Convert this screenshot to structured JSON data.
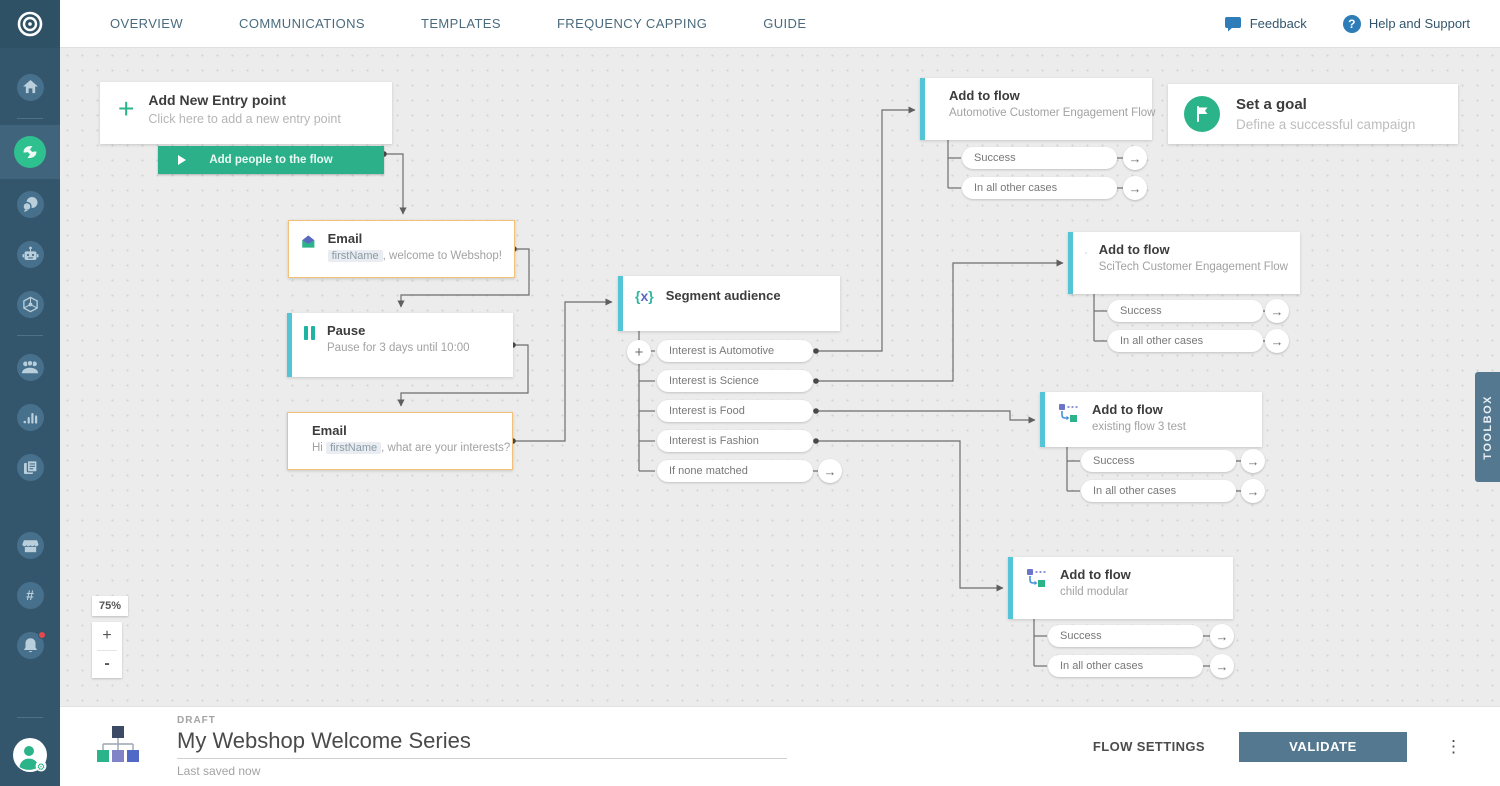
{
  "topnav": {
    "items": [
      "OVERVIEW",
      "COMMUNICATIONS",
      "TEMPLATES",
      "FREQUENCY CAPPING",
      "GUIDE"
    ],
    "feedback": "Feedback",
    "help": "Help and Support"
  },
  "sidebar": {
    "icons": [
      "emarsys-logo",
      "home",
      "automation-center",
      "interactions",
      "ai-assistant",
      "integrations",
      "contacts",
      "analytics",
      "reports",
      "commerce",
      "tags",
      "notifications",
      "account"
    ],
    "active_icon": "automation-center",
    "notification_badge": true
  },
  "canvas": {
    "entry_card": {
      "title": "Add New Entry point",
      "subtitle": "Click here to add a new entry point"
    },
    "entry_bar": {
      "label": "Add people to the flow"
    },
    "nodes": {
      "email1": {
        "title": "Email",
        "tag": "firstName",
        "after": ", welcome to Webshop!"
      },
      "pause": {
        "title": "Pause",
        "subtitle": "Pause for 3 days until 10:00"
      },
      "email2": {
        "title": "Email",
        "before": "Hi ",
        "tag": "firstName",
        "after": ", what are your interests?"
      },
      "segment": {
        "title": "Segment audience"
      }
    },
    "branches": [
      "Interest is Automotive",
      "Interest is Science",
      "Interest is Food",
      "Interest is Fashion",
      "If none matched"
    ],
    "add_to_flow": [
      {
        "title": "Add to flow",
        "subtitle": "Automotive Customer Engagement Flow",
        "outcomes": [
          "Success",
          "In all other cases"
        ]
      },
      {
        "title": "Add to flow",
        "subtitle": "SciTech Customer Engagement Flow",
        "outcomes": [
          "Success",
          "In all other cases"
        ]
      },
      {
        "title": "Add to flow",
        "subtitle": "existing flow 3 test",
        "outcomes": [
          "Success",
          "In all other cases"
        ]
      },
      {
        "title": "Add to flow",
        "subtitle": "child modular",
        "outcomes": [
          "Success",
          "In all other cases"
        ]
      }
    ],
    "goal_card": {
      "title": "Set a goal",
      "subtitle": "Define a successful campaign"
    },
    "zoom": {
      "level": "75%",
      "in": "+",
      "out": "-"
    }
  },
  "toolbox": {
    "label": "TOOLBOX"
  },
  "footer": {
    "status": "DRAFT",
    "title": "My Webshop Welcome Series",
    "last_saved": "Last saved now",
    "flow_settings": "FLOW SETTINGS",
    "validate": "VALIDATE"
  },
  "icons": {
    "arrow": "→",
    "kebab": "⋮",
    "plus": "+",
    "brace_open": "{",
    "segment_x": "x",
    "brace_close": "}",
    "help_mark": "?"
  },
  "colors": {
    "accent_green": "#2bb489",
    "teal_border": "#53c5d6",
    "orange_border": "#f2c079",
    "sidebar_bg": "#33566c",
    "slate_button": "#54788f",
    "link_blue": "#2e7cb8"
  }
}
